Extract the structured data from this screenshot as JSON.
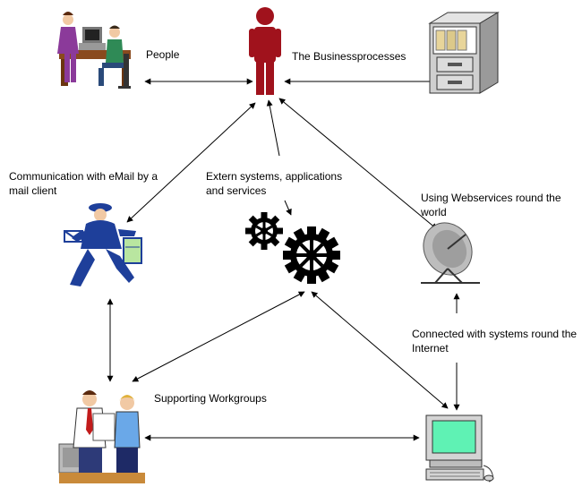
{
  "nodes": {
    "people": {
      "label": "People",
      "icon": "people-at-desk-icon"
    },
    "businessprocesses": {
      "label": "The Businessprocesses",
      "icon": "person-figure-icon"
    },
    "filing": {
      "icon": "filing-cabinet-icon"
    },
    "email": {
      "label": "Communication with eMail by a mail client",
      "icon": "mail-carrier-icon"
    },
    "extern": {
      "label": "Extern systems, applications and services",
      "icon": "gears-icon"
    },
    "webservices": {
      "label": "Using Webservices round the world",
      "icon": "satellite-dish-icon"
    },
    "internet": {
      "label": "Connected with systems round the Internet",
      "icon": "computer-icon"
    },
    "workgroups": {
      "label": "Supporting Workgroups",
      "icon": "workgroup-people-icon"
    }
  },
  "colors": {
    "person_red": "#a0121c",
    "mail_blue": "#1e3f9a",
    "screen_green": "#5ff2b4",
    "gear_black": "#000000"
  }
}
